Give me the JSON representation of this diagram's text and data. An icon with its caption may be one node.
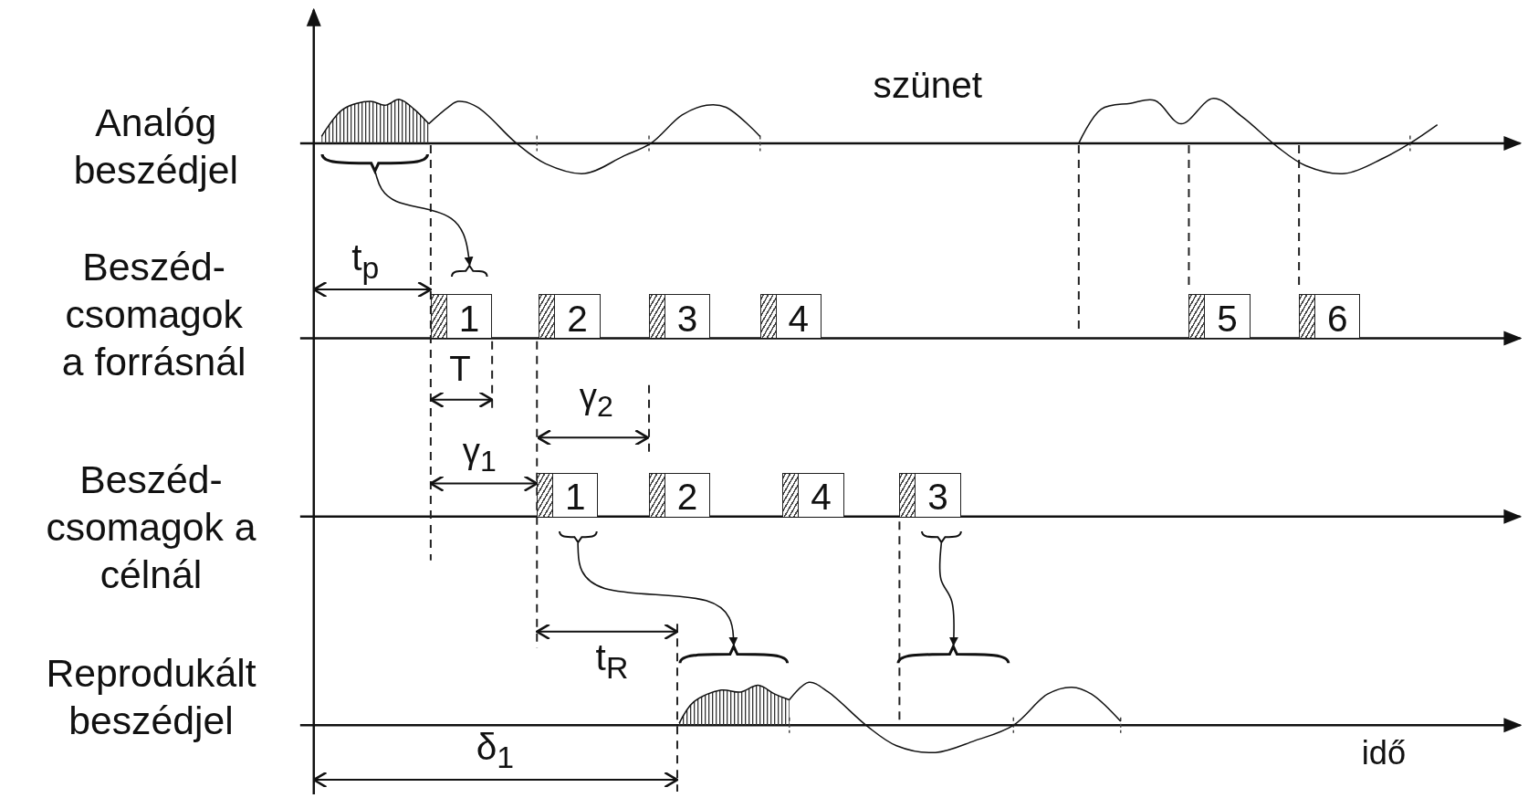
{
  "diagram": {
    "nodes": [
      {
        "text": [],
        "shape": "brace"
      },
      {
        "text": [],
        "shape": "brace"
      },
      {
        "text": [
          "1"
        ]
      },
      {
        "text": [
          "2"
        ]
      },
      {
        "text": [
          "3"
        ]
      },
      {
        "text": [
          "4"
        ]
      },
      {
        "text": [
          "5"
        ]
      },
      {
        "text": [
          "6"
        ]
      },
      {
        "text": [
          "1"
        ]
      },
      {
        "text": [
          "2"
        ]
      },
      {
        "text": [
          "4"
        ]
      },
      {
        "text": [
          "3"
        ]
      },
      {
        "text": [],
        "shape": "brace"
      },
      {
        "text": [],
        "shape": "brace"
      },
      {
        "text": [],
        "shape": "brace"
      },
      {
        "text": [],
        "shape": "brace"
      }
    ],
    "edges": [
      {
        "from": 0,
        "to": 1,
        "arrow": "to"
      },
      {
        "from": 12,
        "to": 14,
        "arrow": "to"
      },
      {
        "from": 13,
        "to": 15,
        "arrow": "to"
      }
    ],
    "labels": [
      "szünet",
      "Analóg beszédjel",
      "t$_{p}$",
      "Beszéd- csomagok a forrásnál",
      "T",
      "γ$_{2}$",
      "γ$_{1}$",
      "Beszéd- csomagok a célnál",
      "t$_{R}$",
      "Reprodukált beszédjel",
      "δ$_{1}$",
      "idő"
    ]
  }
}
